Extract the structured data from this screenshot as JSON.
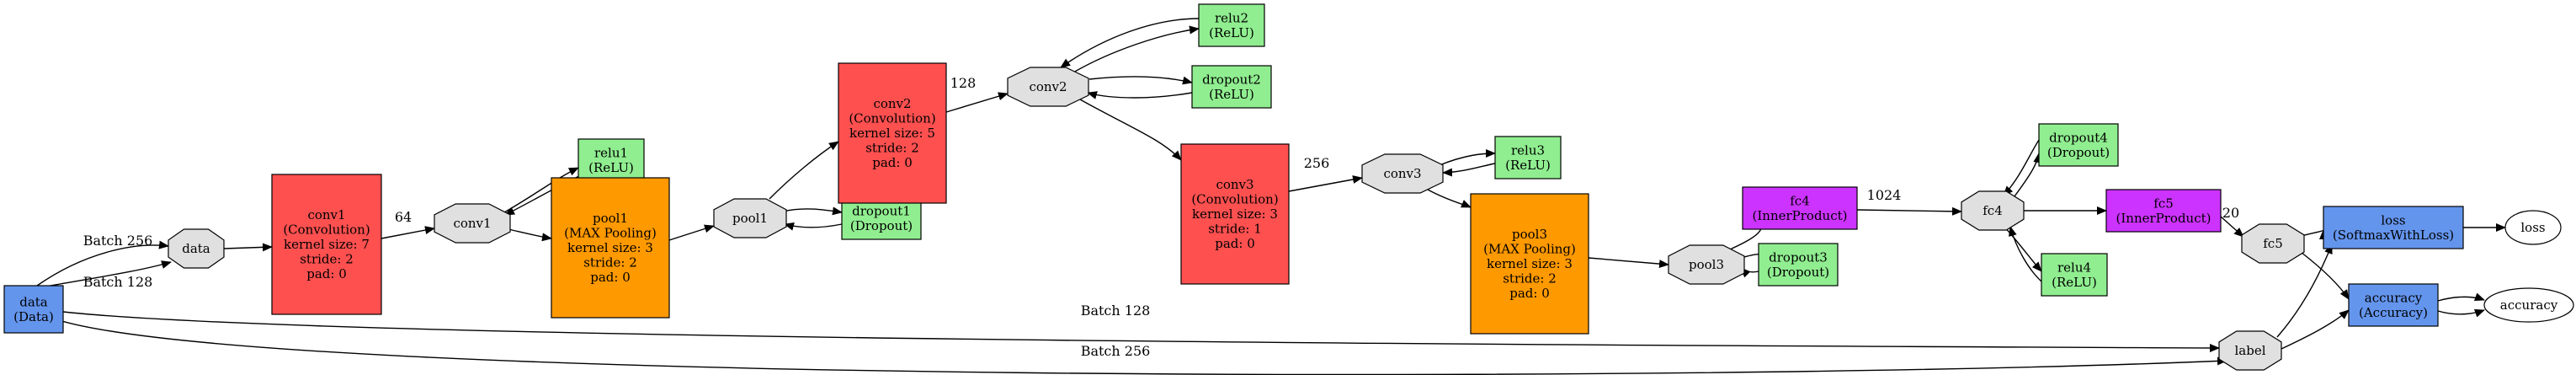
{
  "colors": {
    "data": "#6495ED",
    "convolution": "#FF5050",
    "pooling": "#FF9900",
    "relu": "#90EE90",
    "dropout": "#90EE90",
    "innerproduct": "#CC33FF",
    "loss": "#6495ED",
    "accuracy": "#6495ED",
    "blob": "#E0E0E0",
    "output": "#FFFFFF"
  },
  "nodes": [
    {
      "id": "data_layer",
      "kind": "layer",
      "color": "data",
      "lines": [
        "data",
        "(Data)"
      ]
    },
    {
      "id": "data_blob",
      "kind": "blob",
      "lines": [
        "data"
      ]
    },
    {
      "id": "conv1_layer",
      "kind": "layer",
      "color": "convolution",
      "lines": [
        "conv1",
        "(Convolution)",
        "kernel size: 7",
        "stride: 2",
        "pad: 0"
      ]
    },
    {
      "id": "conv1_blob",
      "kind": "blob",
      "lines": [
        "conv1"
      ]
    },
    {
      "id": "relu1_layer",
      "kind": "layer",
      "color": "relu",
      "lines": [
        "relu1",
        "(ReLU)"
      ]
    },
    {
      "id": "pool1_layer",
      "kind": "layer",
      "color": "pooling",
      "lines": [
        "pool1",
        "(MAX Pooling)",
        "kernel size: 3",
        "stride: 2",
        "pad: 0"
      ]
    },
    {
      "id": "pool1_blob",
      "kind": "blob",
      "lines": [
        "pool1"
      ]
    },
    {
      "id": "dropout1_layer",
      "kind": "layer",
      "color": "dropout",
      "lines": [
        "dropout1",
        "(Dropout)"
      ]
    },
    {
      "id": "conv2_layer",
      "kind": "layer",
      "color": "convolution",
      "lines": [
        "conv2",
        "(Convolution)",
        "kernel size: 5",
        "stride: 2",
        "pad: 0"
      ]
    },
    {
      "id": "conv2_blob",
      "kind": "blob",
      "lines": [
        "conv2"
      ]
    },
    {
      "id": "relu2_layer",
      "kind": "layer",
      "color": "relu",
      "lines": [
        "relu2",
        "(ReLU)"
      ]
    },
    {
      "id": "dropout2_layer",
      "kind": "layer",
      "color": "dropout",
      "lines": [
        "dropout2",
        "(ReLU)"
      ]
    },
    {
      "id": "conv3_layer",
      "kind": "layer",
      "color": "convolution",
      "lines": [
        "conv3",
        "(Convolution)",
        "kernel size: 3",
        "stride: 1",
        "pad: 0"
      ]
    },
    {
      "id": "conv3_blob",
      "kind": "blob",
      "lines": [
        "conv3"
      ]
    },
    {
      "id": "relu3_layer",
      "kind": "layer",
      "color": "relu",
      "lines": [
        "relu3",
        "(ReLU)"
      ]
    },
    {
      "id": "pool3_layer",
      "kind": "layer",
      "color": "pooling",
      "lines": [
        "pool3",
        "(MAX Pooling)",
        "kernel size: 3",
        "stride: 2",
        "pad: 0"
      ]
    },
    {
      "id": "pool3_blob",
      "kind": "blob",
      "lines": [
        "pool3"
      ]
    },
    {
      "id": "dropout3_layer",
      "kind": "layer",
      "color": "dropout",
      "lines": [
        "dropout3",
        "(Dropout)"
      ]
    },
    {
      "id": "fc4_layer",
      "kind": "layer",
      "color": "innerproduct",
      "lines": [
        "fc4",
        "(InnerProduct)"
      ]
    },
    {
      "id": "fc4_blob",
      "kind": "blob",
      "lines": [
        "fc4"
      ]
    },
    {
      "id": "dropout4_layer",
      "kind": "layer",
      "color": "dropout",
      "lines": [
        "dropout4",
        "(Dropout)"
      ]
    },
    {
      "id": "relu4_layer",
      "kind": "layer",
      "color": "relu",
      "lines": [
        "relu4",
        "(ReLU)"
      ]
    },
    {
      "id": "fc5_layer",
      "kind": "layer",
      "color": "innerproduct",
      "lines": [
        "fc5",
        "(InnerProduct)"
      ]
    },
    {
      "id": "fc5_blob",
      "kind": "blob",
      "lines": [
        "fc5"
      ]
    },
    {
      "id": "label_blob",
      "kind": "blob",
      "lines": [
        "label"
      ]
    },
    {
      "id": "loss_layer",
      "kind": "layer",
      "color": "loss",
      "lines": [
        "loss",
        "(SoftmaxWithLoss)"
      ]
    },
    {
      "id": "loss_out",
      "kind": "output",
      "lines": [
        "loss"
      ]
    },
    {
      "id": "accuracy_layer",
      "kind": "layer",
      "color": "accuracy",
      "lines": [
        "accuracy",
        "(Accuracy)"
      ]
    },
    {
      "id": "accuracy_out",
      "kind": "output",
      "lines": [
        "accuracy"
      ]
    }
  ],
  "edges": [
    {
      "from": "data_layer",
      "to": "data_blob",
      "label": "Batch 256"
    },
    {
      "from": "data_layer",
      "to": "data_blob",
      "label": "Batch 128"
    },
    {
      "from": "data_layer",
      "to": "label_blob",
      "label": "Batch 128"
    },
    {
      "from": "data_layer",
      "to": "label_blob",
      "label": "Batch 256"
    },
    {
      "from": "data_blob",
      "to": "conv1_layer",
      "label": ""
    },
    {
      "from": "conv1_layer",
      "to": "conv1_blob",
      "label": "64"
    },
    {
      "from": "conv1_blob",
      "to": "relu1_layer",
      "label": ""
    },
    {
      "from": "relu1_layer",
      "to": "conv1_blob",
      "label": ""
    },
    {
      "from": "conv1_blob",
      "to": "pool1_layer",
      "label": ""
    },
    {
      "from": "pool1_layer",
      "to": "pool1_blob",
      "label": ""
    },
    {
      "from": "pool1_blob",
      "to": "dropout1_layer",
      "label": ""
    },
    {
      "from": "dropout1_layer",
      "to": "pool1_blob",
      "label": ""
    },
    {
      "from": "pool1_blob",
      "to": "conv2_layer",
      "label": ""
    },
    {
      "from": "conv2_layer",
      "to": "conv2_blob",
      "label": "128"
    },
    {
      "from": "conv2_blob",
      "to": "relu2_layer",
      "label": ""
    },
    {
      "from": "relu2_layer",
      "to": "conv2_blob",
      "label": ""
    },
    {
      "from": "conv2_blob",
      "to": "dropout2_layer",
      "label": ""
    },
    {
      "from": "dropout2_layer",
      "to": "conv2_blob",
      "label": ""
    },
    {
      "from": "conv2_blob",
      "to": "conv3_layer",
      "label": ""
    },
    {
      "from": "conv3_layer",
      "to": "conv3_blob",
      "label": "256"
    },
    {
      "from": "conv3_blob",
      "to": "relu3_layer",
      "label": ""
    },
    {
      "from": "relu3_layer",
      "to": "conv3_blob",
      "label": ""
    },
    {
      "from": "conv3_blob",
      "to": "pool3_layer",
      "label": ""
    },
    {
      "from": "pool3_layer",
      "to": "pool3_blob",
      "label": ""
    },
    {
      "from": "pool3_blob",
      "to": "dropout3_layer",
      "label": ""
    },
    {
      "from": "dropout3_layer",
      "to": "pool3_blob",
      "label": ""
    },
    {
      "from": "pool3_blob",
      "to": "fc4_layer",
      "label": ""
    },
    {
      "from": "fc4_layer",
      "to": "fc4_blob",
      "label": "1024"
    },
    {
      "from": "fc4_blob",
      "to": "dropout4_layer",
      "label": ""
    },
    {
      "from": "dropout4_layer",
      "to": "fc4_blob",
      "label": ""
    },
    {
      "from": "fc4_blob",
      "to": "relu4_layer",
      "label": ""
    },
    {
      "from": "relu4_layer",
      "to": "fc4_blob",
      "label": ""
    },
    {
      "from": "fc4_blob",
      "to": "fc5_layer",
      "label": ""
    },
    {
      "from": "fc5_layer",
      "to": "fc5_blob",
      "label": "20"
    },
    {
      "from": "fc5_blob",
      "to": "loss_layer",
      "label": ""
    },
    {
      "from": "fc5_blob",
      "to": "accuracy_layer",
      "label": ""
    },
    {
      "from": "label_blob",
      "to": "loss_layer",
      "label": ""
    },
    {
      "from": "label_blob",
      "to": "accuracy_layer",
      "label": ""
    },
    {
      "from": "loss_layer",
      "to": "loss_out",
      "label": ""
    },
    {
      "from": "accuracy_layer",
      "to": "accuracy_out",
      "label": ""
    },
    {
      "from": "accuracy_layer",
      "to": "accuracy_out",
      "label": ""
    }
  ]
}
